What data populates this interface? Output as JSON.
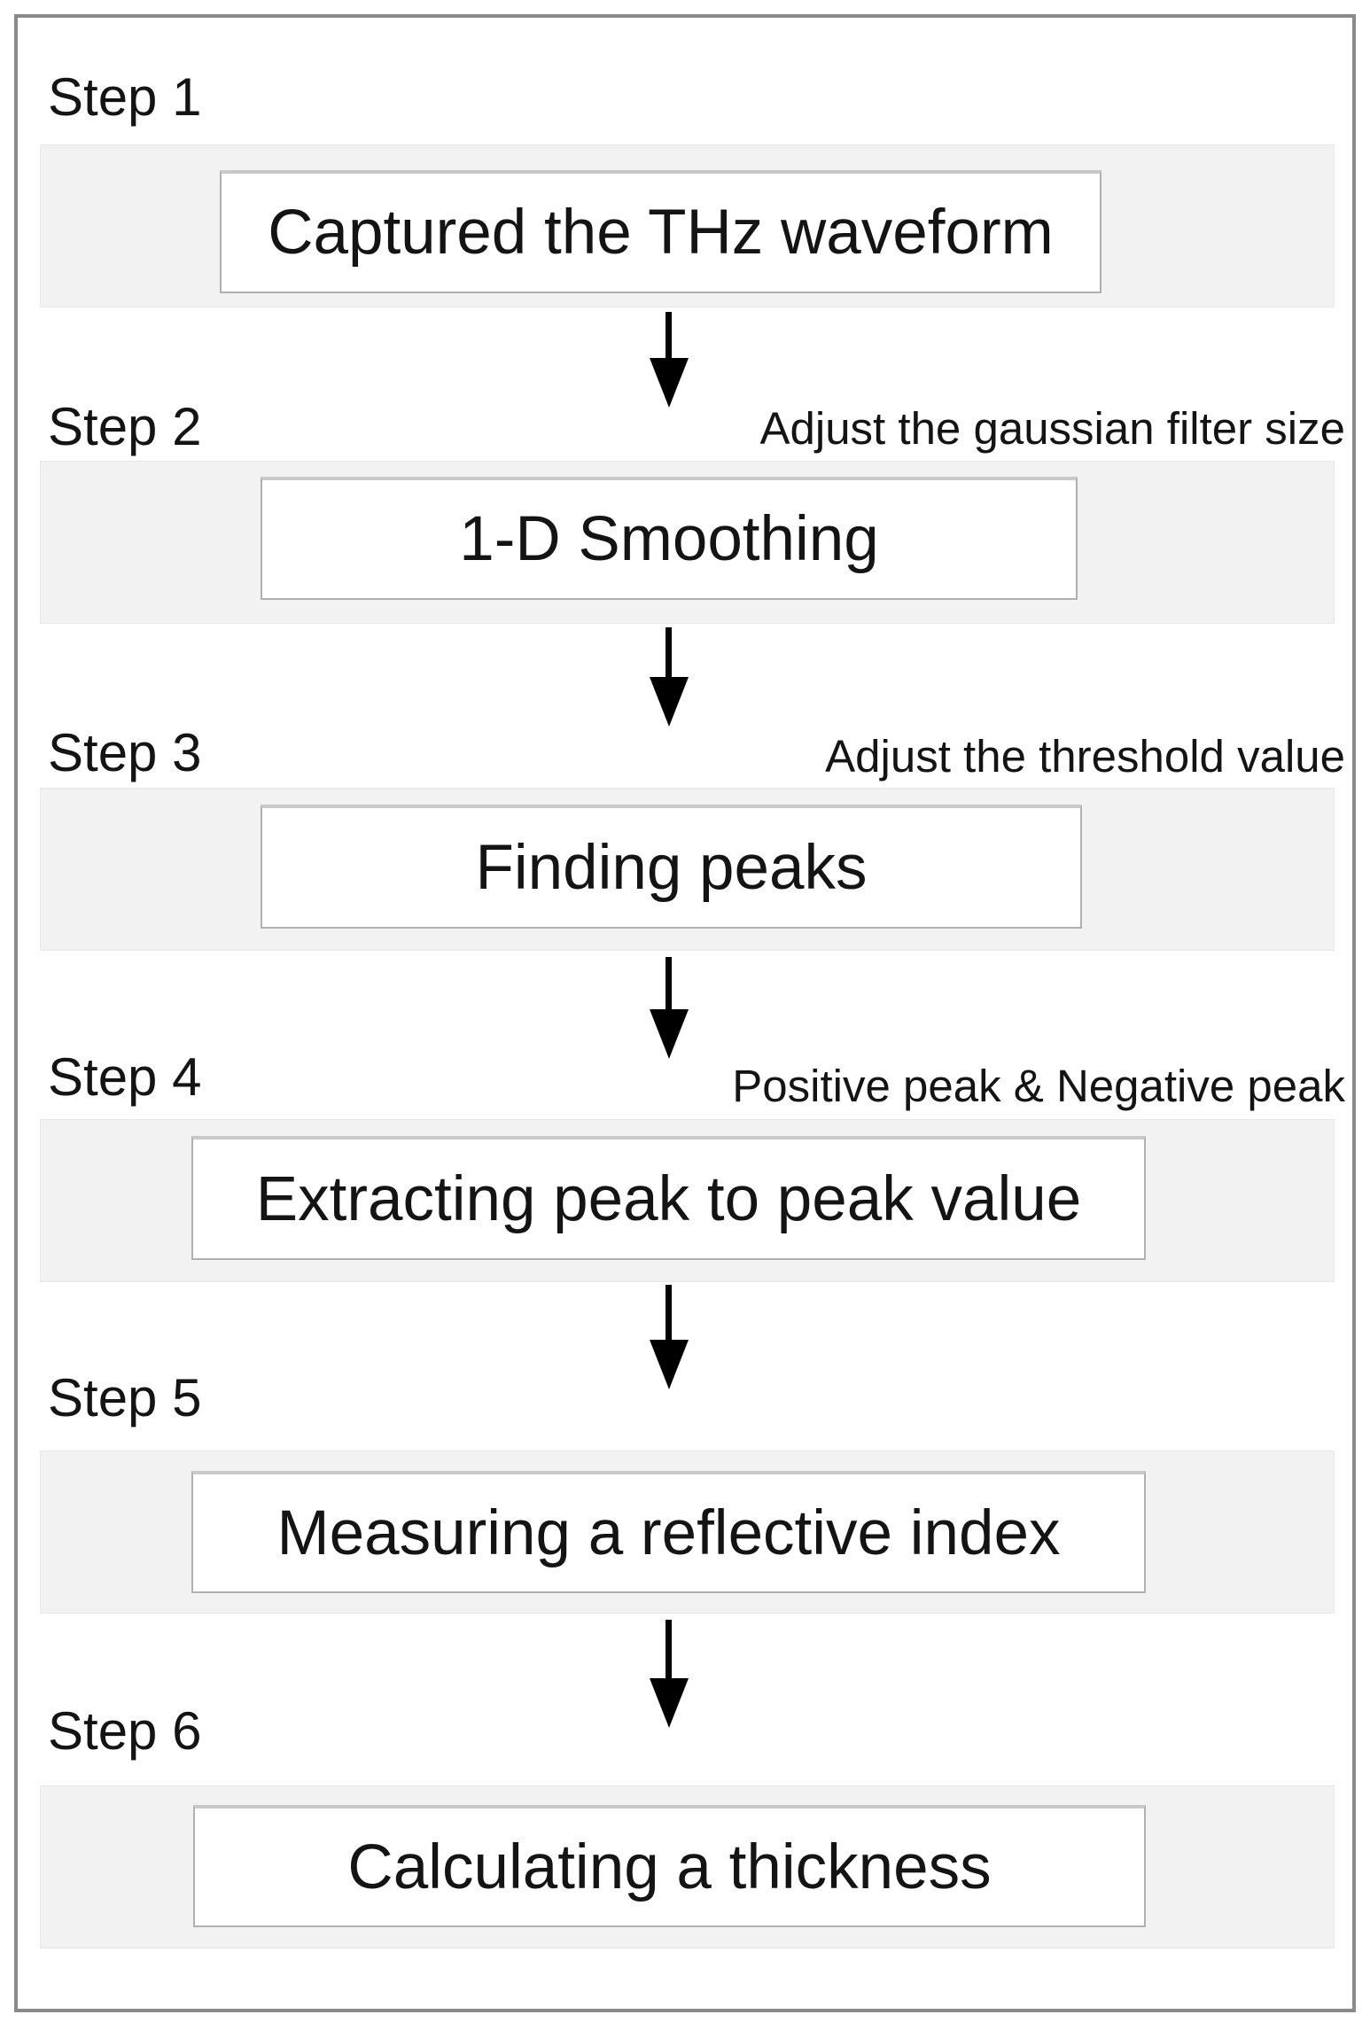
{
  "diagram": {
    "steps": [
      {
        "label": "Step 1",
        "note": "",
        "box": "Captured the THz waveform"
      },
      {
        "label": "Step 2",
        "note": "Adjust the gaussian filter size",
        "box": "1-D Smoothing"
      },
      {
        "label": "Step 3",
        "note": "Adjust the threshold value",
        "box": "Finding peaks"
      },
      {
        "label": "Step 4",
        "note": "Positive peak & Negative peak",
        "box": "Extracting peak to peak value"
      },
      {
        "label": "Step 5",
        "note": "",
        "box": "Measuring a reflective index"
      },
      {
        "label": "Step 6",
        "note": "",
        "box": "Calculating a thickness"
      }
    ],
    "colors": {
      "frame_border": "#8a8a8a",
      "band_bg": "#f2f2f2",
      "band_border": "#e7e7e7",
      "box_bg": "#ffffff",
      "box_border": "#b0b0b0",
      "box_border_top": "#c9c9c9",
      "arrow": "#000000",
      "text": "#141414"
    }
  }
}
